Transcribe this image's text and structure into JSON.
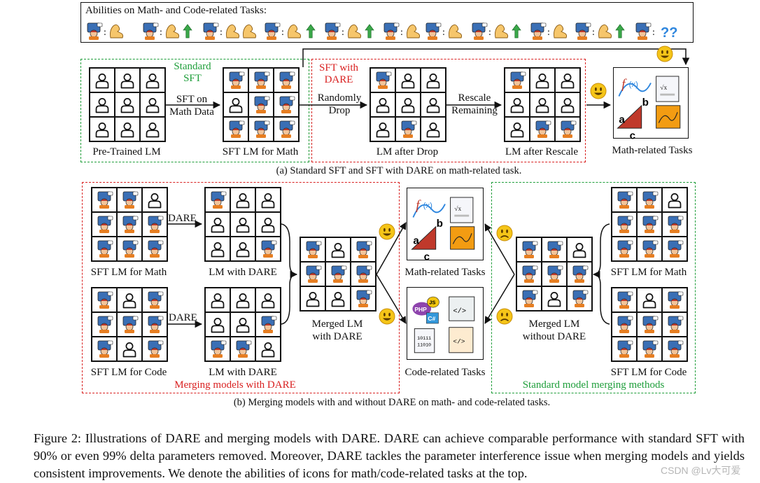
{
  "abilities_title": "Abilities on Math- and Code-related Tasks:",
  "panel_a": {
    "standard_sft": "Standard\nSFT",
    "sft_with_dare": "SFT with\nDARE",
    "sft_on_math": "SFT on\nMath Data",
    "randomly_drop": "Randomly\nDrop",
    "rescale_remaining": "Rescale\nRemaining",
    "pretrained_lm": "Pre-Trained LM",
    "sft_lm_math": "SFT LM for Math",
    "lm_after_drop": "LM after Drop",
    "lm_after_rescale": "LM after Rescale",
    "math_tasks": "Math-related Tasks",
    "caption": "(a) Standard SFT and SFT with DARE on math-related task."
  },
  "panel_b": {
    "dare_label": "DARE",
    "sft_lm_math": "SFT LM for Math",
    "sft_lm_code": "SFT LM for Code",
    "lm_with_dare": "LM with DARE",
    "merged_lm_with_dare": "Merged LM\nwith DARE",
    "merged_lm_without_dare": "Merged LM\nwithout DARE",
    "math_tasks": "Math-related Tasks",
    "code_tasks": "Code-related Tasks",
    "merging_with_dare": "Merging models with DARE",
    "standard_merging": "Standard model merging methods",
    "caption": "(b) Merging models with and without DARE on math- and code-related tasks."
  },
  "figure_caption": "Figure 2: Illustrations of DARE and merging models with DARE. DARE can achieve comparable performance with standard SFT with 90% or even 99% delta parameters removed. Moreover, DARE tackles the parameter interference issue when merging models and yields consistent improvements. We denote the abilities of icons for math/code-related tasks at the top.",
  "watermark": "CSDN @Lv大可爱",
  "colors": {
    "green": "#1e9e3a",
    "red": "#d92121",
    "ink": "#111111",
    "emoji": "#f5c518"
  }
}
